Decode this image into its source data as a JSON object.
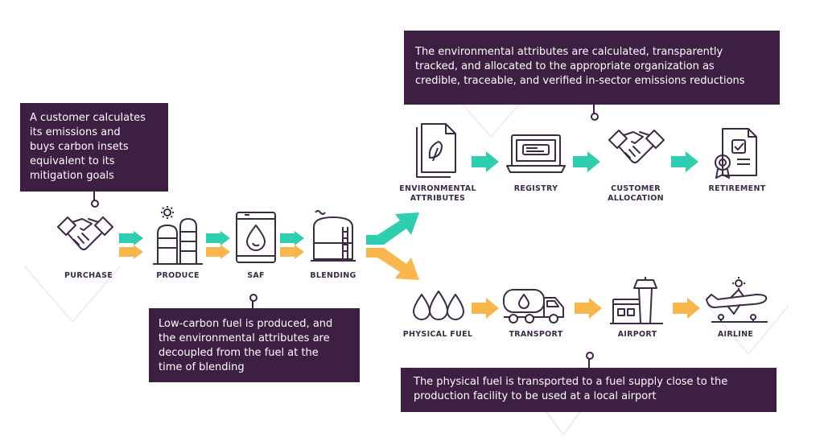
{
  "callouts": {
    "purchase": [
      "A customer calculates",
      "its emissions and",
      "buys carbon insets",
      "equivalent to its",
      "mitigation goals"
    ],
    "blending": [
      "Low-carbon fuel is produced, and",
      "the environmental attributes are",
      "decoupled from the fuel at the",
      "time of blending"
    ],
    "attributes": [
      "The environmental attributes are calculated, transparently",
      "tracked, and allocated to the appropriate organization as",
      "credible, traceable, and verified in-sector emissions reductions"
    ],
    "physical": [
      "The physical fuel is transported to a fuel supply close to the",
      "production facility to be used at a local airport"
    ]
  },
  "steps": {
    "purchase": "PURCHASE",
    "produce": "PRODUCE",
    "saf": "SAF",
    "blending": "BLENDING",
    "env_attr": [
      "ENVIRONMENTAL",
      "ATTRIBUTES"
    ],
    "registry": "REGISTRY",
    "customer_alloc": [
      "CUSTOMER",
      "ALLOCATION"
    ],
    "retirement": "RETIREMENT",
    "physical_fuel": "PHYSICAL FUEL",
    "transport": "TRANSPORT",
    "airport": "AIRPORT",
    "airline": "AIRLINE"
  },
  "colors": {
    "dark_purple": "#3d1f44",
    "teal": "#2ecfb0",
    "orange": "#f8b64c",
    "icon_stroke": "#3d2a45"
  },
  "icons": [
    "handshake-icon",
    "factory-icon",
    "fuel-barrel-icon",
    "storage-tank-icon",
    "document-leaf-icon",
    "laptop-icon",
    "handshake-icon",
    "certificate-icon",
    "fuel-drops-icon",
    "tanker-truck-icon",
    "control-tower-icon",
    "airplane-icon"
  ]
}
